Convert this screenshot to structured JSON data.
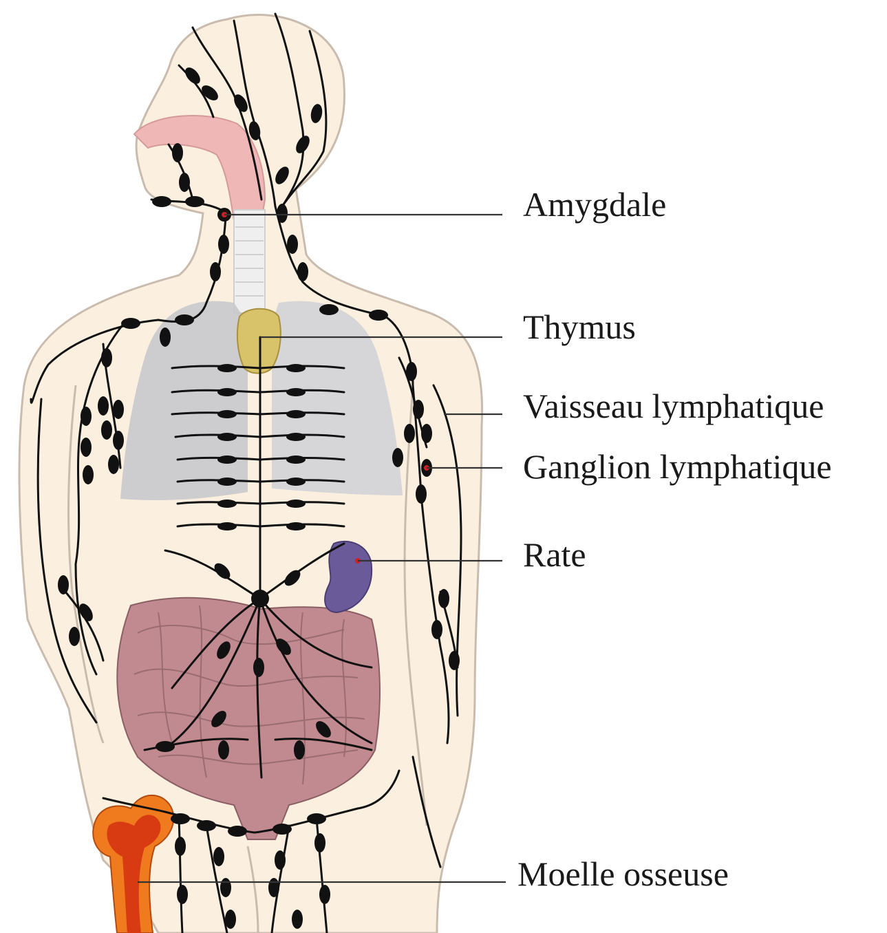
{
  "labels": {
    "amygdale": "Amygdale",
    "thymus": "Thymus",
    "vaisseau": "Vaisseau lymphatique",
    "ganglion": "Ganglion lymphatique",
    "rate": "Rate",
    "moelle": "Moelle osseuse"
  },
  "colors": {
    "skin": "#fbefdf",
    "outline": "#c9bcae",
    "lungs": "#c8c8cc",
    "throat": "#f0b7b7",
    "trachea": "#efefef",
    "thymus": "#d9c36a",
    "spleen": "#6a5a9a",
    "intestine": "#c08a90",
    "bone_outer": "#f07a1e",
    "bone_inner": "#d83a12",
    "vessel": "#111111",
    "highlight": "#cc1f2a"
  }
}
